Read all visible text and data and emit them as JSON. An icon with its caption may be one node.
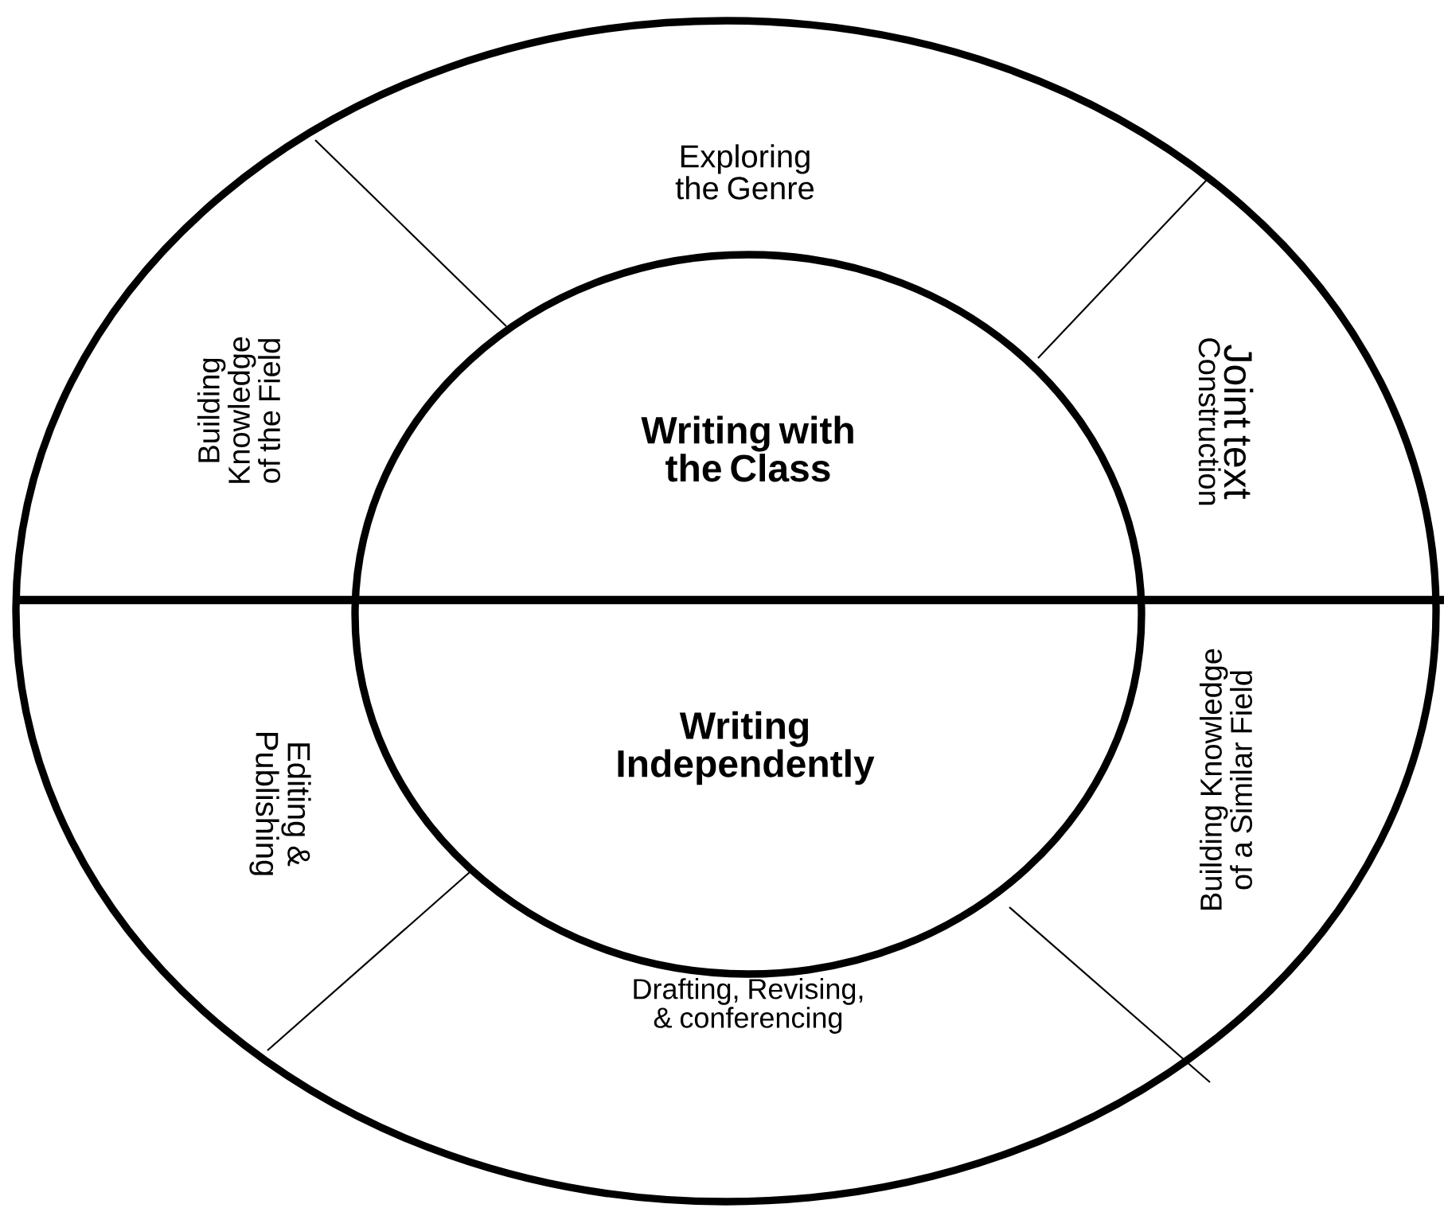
{
  "diagram": {
    "nodes": [
      {
        "text": [
          "Exploring the Genre"
        ]
      },
      {
        "text": [
          "Building Knowledge of the Field"
        ]
      },
      {
        "text": [
          "Writing with the Class"
        ]
      },
      {
        "text": [
          "Joint text",
          "Construction"
        ]
      },
      {
        "text": [
          "Editing & Publishing"
        ]
      },
      {
        "text": [
          "Writing Independently"
        ]
      },
      {
        "text": [
          "Building Knowledge of a Similar Field"
        ]
      },
      {
        "text": [
          "Drafting, Revising, & conferencing"
        ]
      }
    ]
  }
}
